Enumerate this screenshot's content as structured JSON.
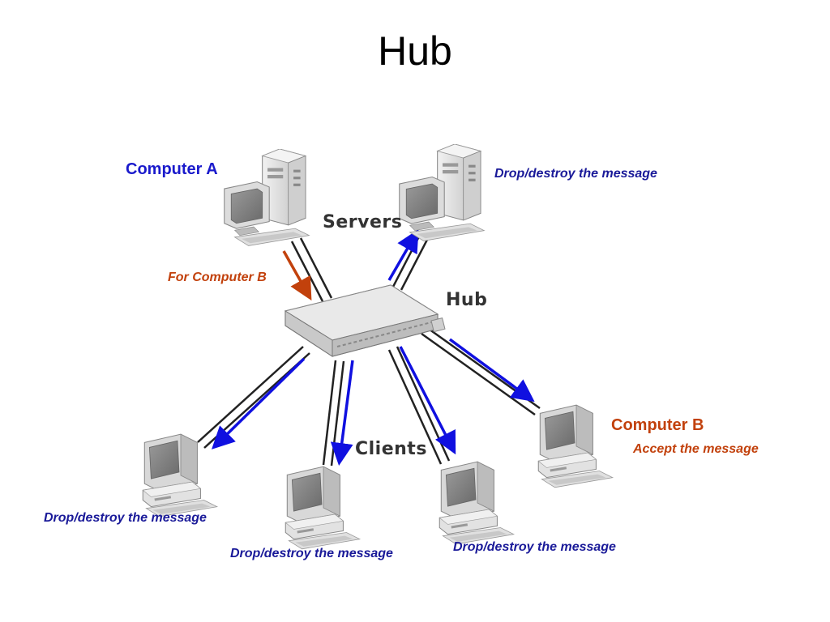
{
  "title": "Hub",
  "group_labels": {
    "servers": "Servers",
    "hub": "Hub",
    "clients": "Clients"
  },
  "nodes": {
    "computer_a": {
      "name": "Computer A"
    },
    "server_right": {
      "status": "Drop/destroy the message"
    },
    "computer_b": {
      "name": "Computer B",
      "status": "Accept the message"
    },
    "client_1": {
      "status": "Drop/destroy the message"
    },
    "client_2": {
      "status": "Drop/destroy the message"
    },
    "client_3": {
      "status": "Drop/destroy the message"
    }
  },
  "message_label": "For Computer B",
  "colors": {
    "broadcast_arrow": "#1010e0",
    "sent_arrow": "#c2410c",
    "cable": "#222222"
  }
}
